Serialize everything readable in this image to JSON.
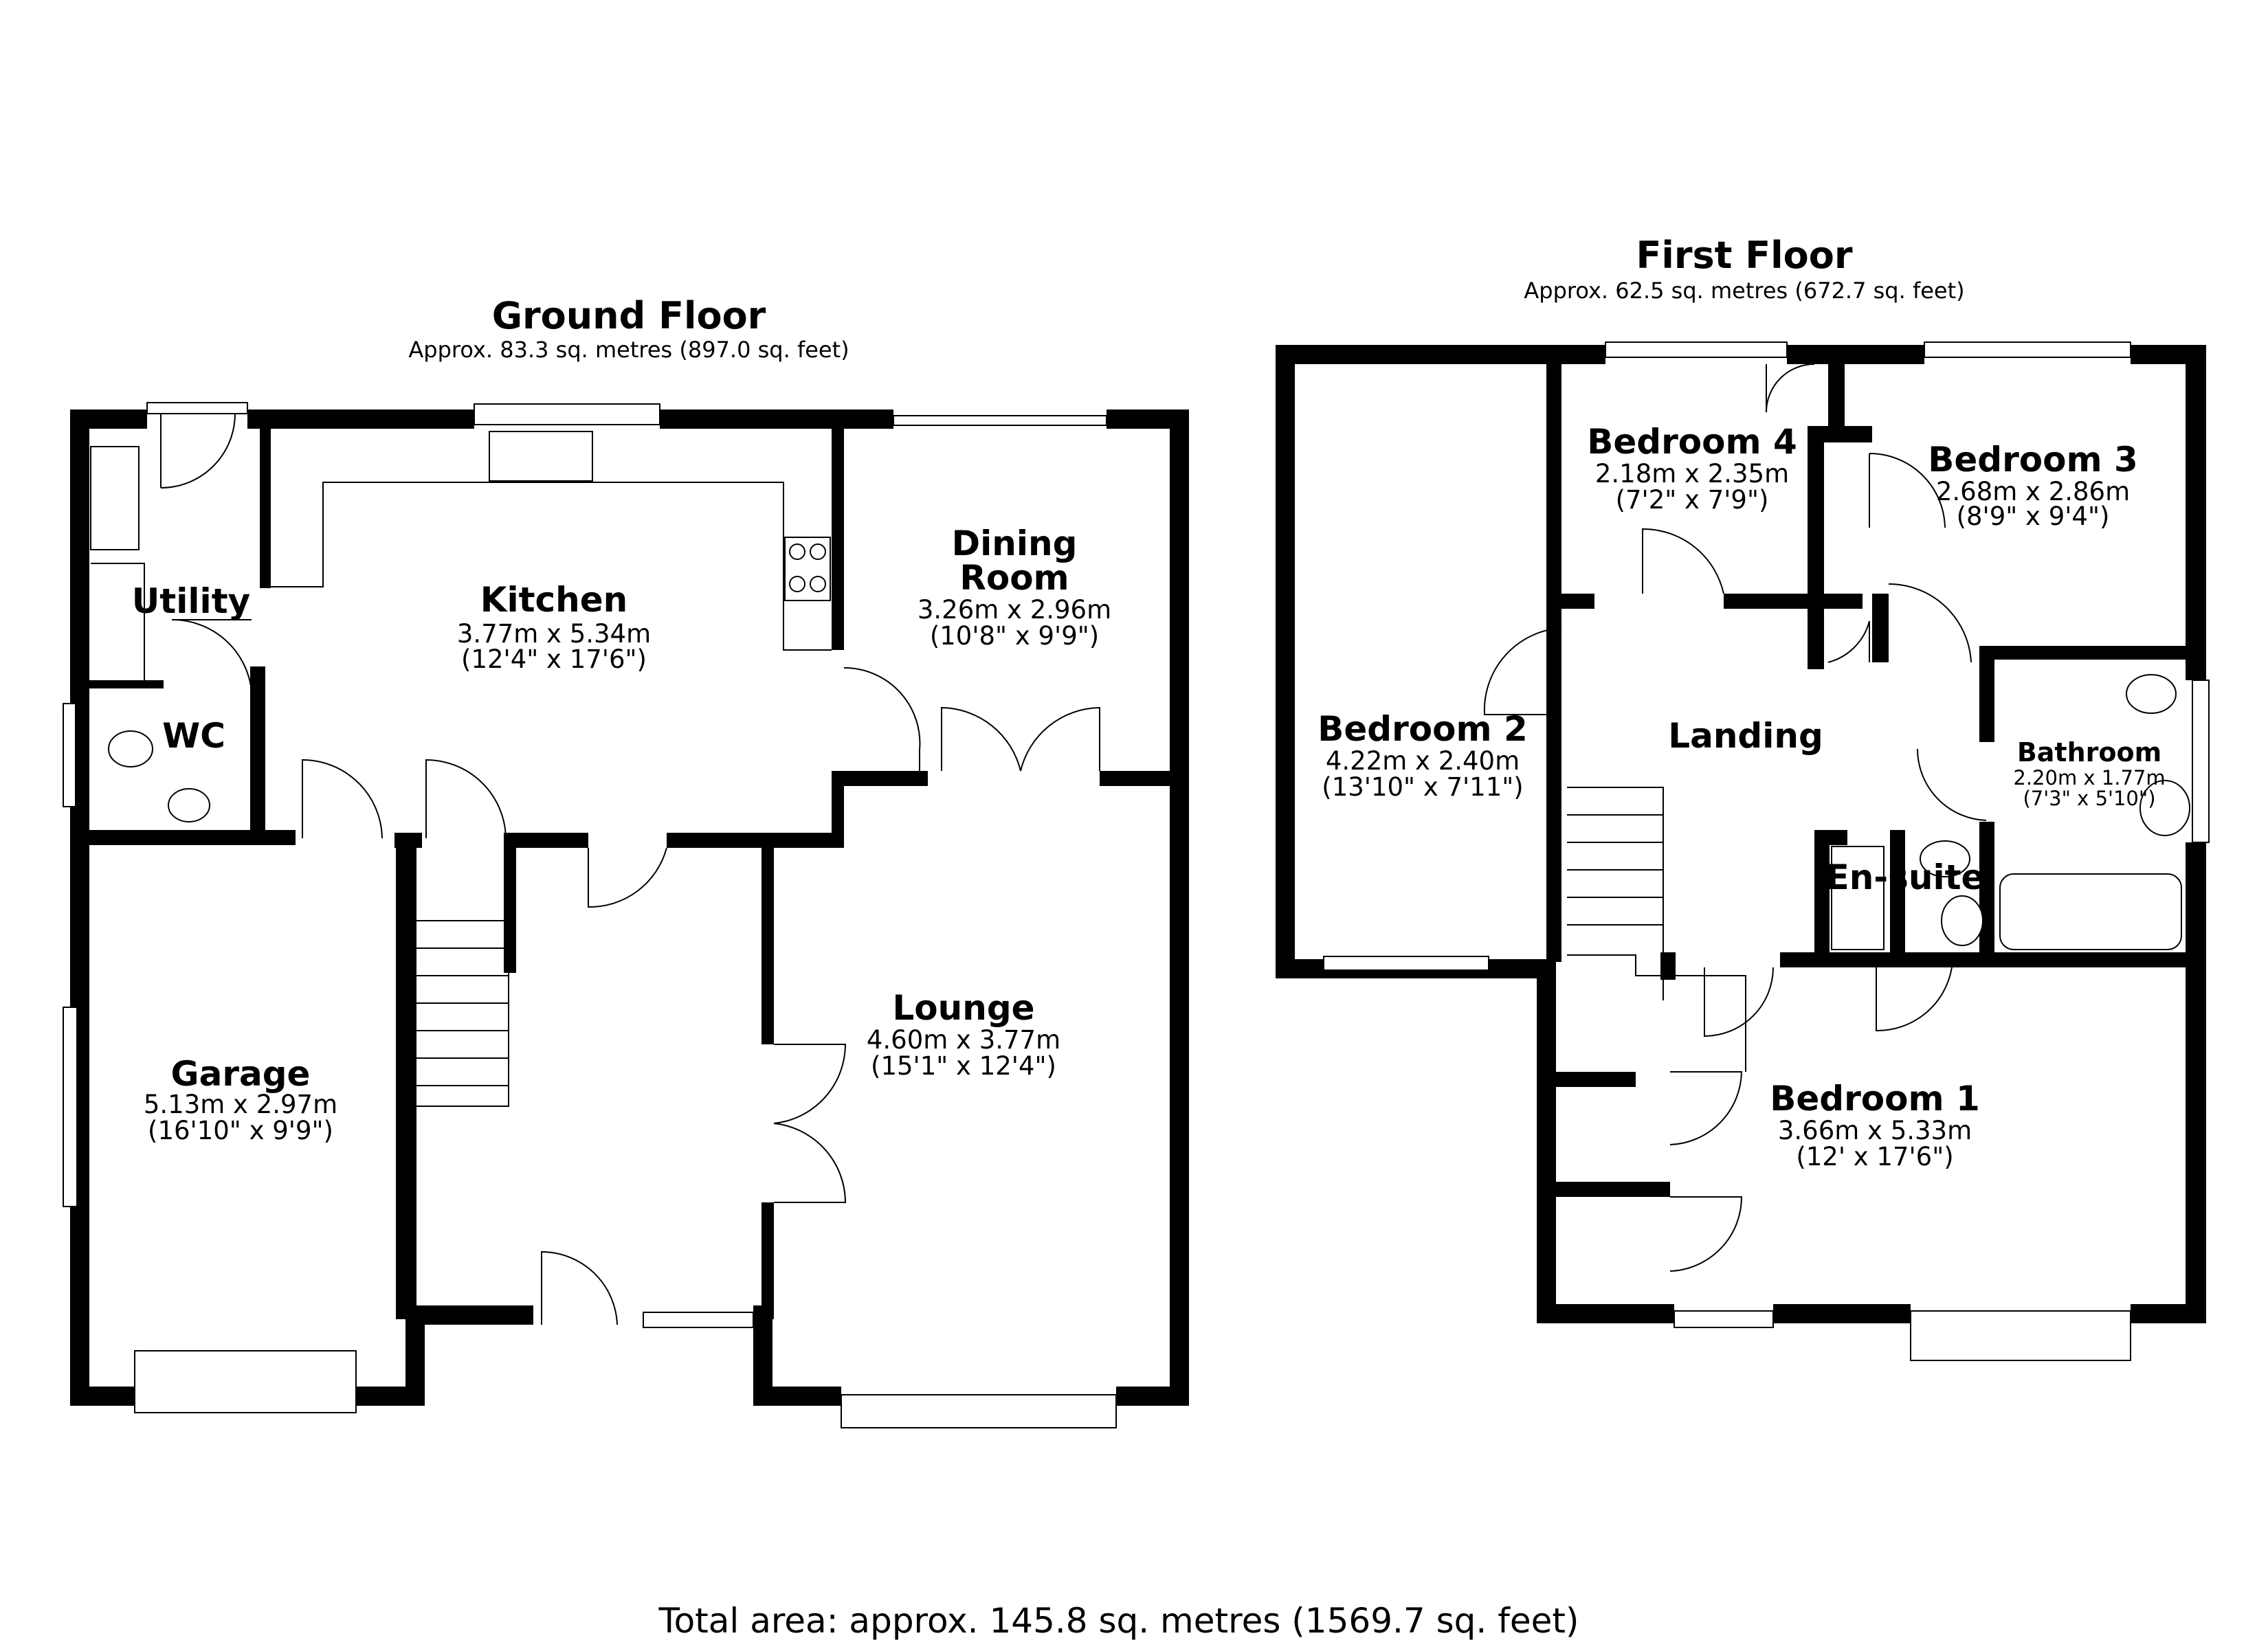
{
  "ground_floor": {
    "title": "Ground Floor",
    "area": "Approx. 83.3 sq. metres (897.0 sq. feet)",
    "rooms": {
      "kitchen": {
        "name": "Kitchen",
        "metric": "3.77m x 5.34m",
        "imperial": "(12'4\" x 17'6\")"
      },
      "dining": {
        "name_line1": "Dining",
        "name_line2": "Room",
        "metric": "3.26m x 2.96m",
        "imperial": "(10'8\" x 9'9\")"
      },
      "utility": {
        "name": "Utility"
      },
      "wc": {
        "name": "WC"
      },
      "lounge": {
        "name": "Lounge",
        "metric": "4.60m x 3.77m",
        "imperial": "(15'1\" x 12'4\")"
      },
      "garage": {
        "name": "Garage",
        "metric": "5.13m x 2.97m",
        "imperial": "(16'10\" x 9'9\")"
      }
    }
  },
  "first_floor": {
    "title": "First Floor",
    "area": "Approx. 62.5 sq. metres (672.7 sq. feet)",
    "rooms": {
      "bedroom4": {
        "name": "Bedroom 4",
        "metric": "2.18m x 2.35m",
        "imperial": "(7'2\" x 7'9\")"
      },
      "bedroom3": {
        "name": "Bedroom 3",
        "metric": "2.68m x 2.86m",
        "imperial": "(8'9\" x 9'4\")"
      },
      "bedroom2": {
        "name": "Bedroom 2",
        "metric": "4.22m x 2.40m",
        "imperial": "(13'10\" x 7'11\")"
      },
      "landing": {
        "name": "Landing"
      },
      "bathroom": {
        "name": "Bathroom",
        "metric": "2.20m x 1.77m",
        "imperial": "(7'3\" x 5'10\")"
      },
      "ensuite": {
        "name": "En-suite"
      },
      "bedroom1": {
        "name": "Bedroom 1",
        "metric": "3.66m x 5.33m",
        "imperial": "(12' x 17'6\")"
      }
    }
  },
  "total_area": "Total area: approx. 145.8 sq. metres (1569.7 sq. feet)"
}
